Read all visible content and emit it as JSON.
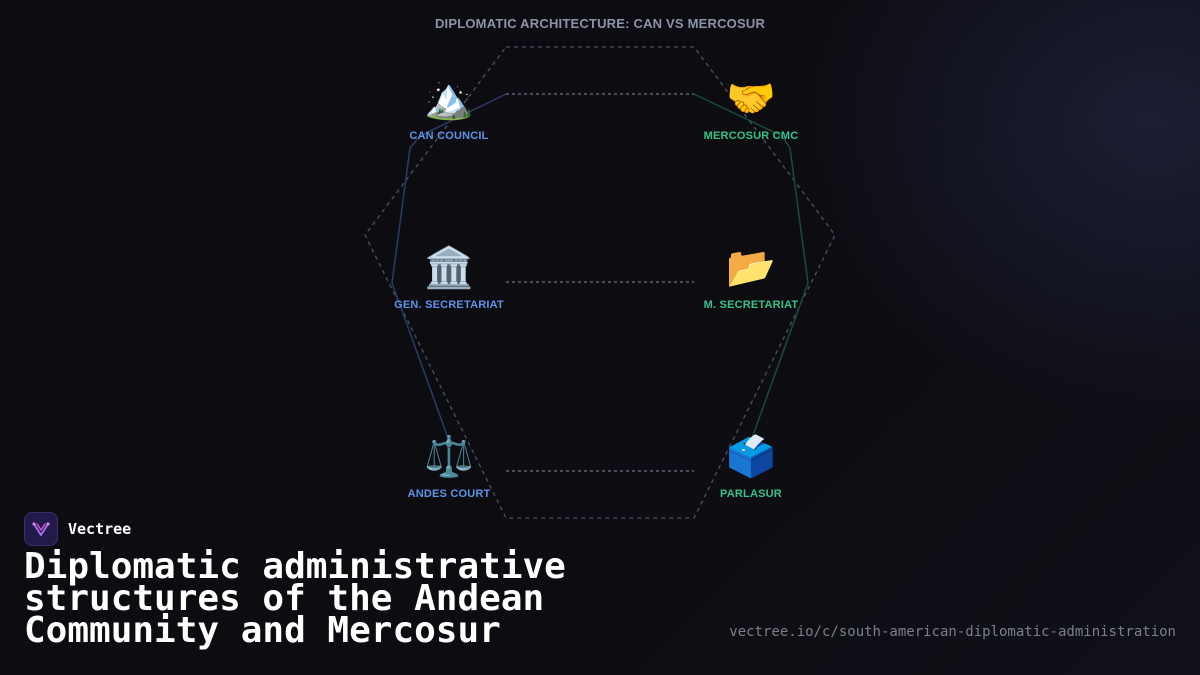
{
  "diagram": {
    "title": "DIPLOMATIC ARCHITECTURE: CAN VS MERCOSUR",
    "nodes": {
      "can_council": {
        "icon": "🏔️",
        "icon_name": "mountain-icon",
        "label": "CAN COUNCIL"
      },
      "gen_secretariat": {
        "icon": "🏛️",
        "icon_name": "classical-building-icon",
        "label": "GEN. SECRETARIAT"
      },
      "andes_court": {
        "icon": "⚖️",
        "icon_name": "balance-scale-icon",
        "label": "ANDES COURT"
      },
      "mercosur_cmc": {
        "icon": "🤝",
        "icon_name": "handshake-icon",
        "label": "MERCOSUR CMC"
      },
      "m_secretariat": {
        "icon": "📂",
        "icon_name": "open-folder-icon",
        "label": "M. SECRETARIAT"
      },
      "parlasur": {
        "icon": "🗳️",
        "icon_name": "ballot-box-icon",
        "label": "PARLASUR"
      }
    },
    "colors": {
      "can": "#5f93e8",
      "mercosur": "#35c38b",
      "title": "#8d93a8",
      "dashed": "#5a6478"
    }
  },
  "brand": {
    "name": "Vectree"
  },
  "headline": {
    "line1": "Diplomatic administrative",
    "line2": "structures of the Andean",
    "line3": "Community and Mercosur"
  },
  "source_url": "vectree.io/c/south-american-diplomatic-administration"
}
